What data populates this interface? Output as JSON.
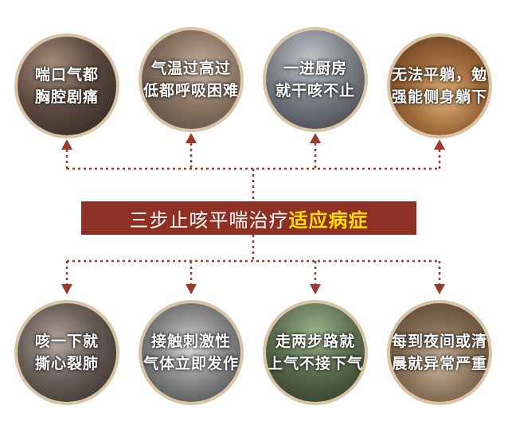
{
  "banner": {
    "text": "三步止咳平喘治疗",
    "highlight": "适应病症"
  },
  "top_circles": [
    {
      "caption": "喘口气都\n胸腔剧痛"
    },
    {
      "caption": "气温过高过\n低都呼吸困难"
    },
    {
      "caption": "一进厨房\n就干咳不止"
    },
    {
      "caption": "无法平躺，勉\n强能侧身躺下"
    }
  ],
  "bottom_circles": [
    {
      "caption": "咳一下就\n撕心裂肺"
    },
    {
      "caption": "接触刺激性\n气体立即发作"
    },
    {
      "caption": "走两步路就\n上气不接下气"
    },
    {
      "caption": "每到夜间或清\n晨就异常严重"
    }
  ],
  "colors": {
    "banner_bg": "#8e3124",
    "highlight": "#ffde00",
    "connector": "#9b3a2c",
    "ring": "#d9c4a6"
  }
}
